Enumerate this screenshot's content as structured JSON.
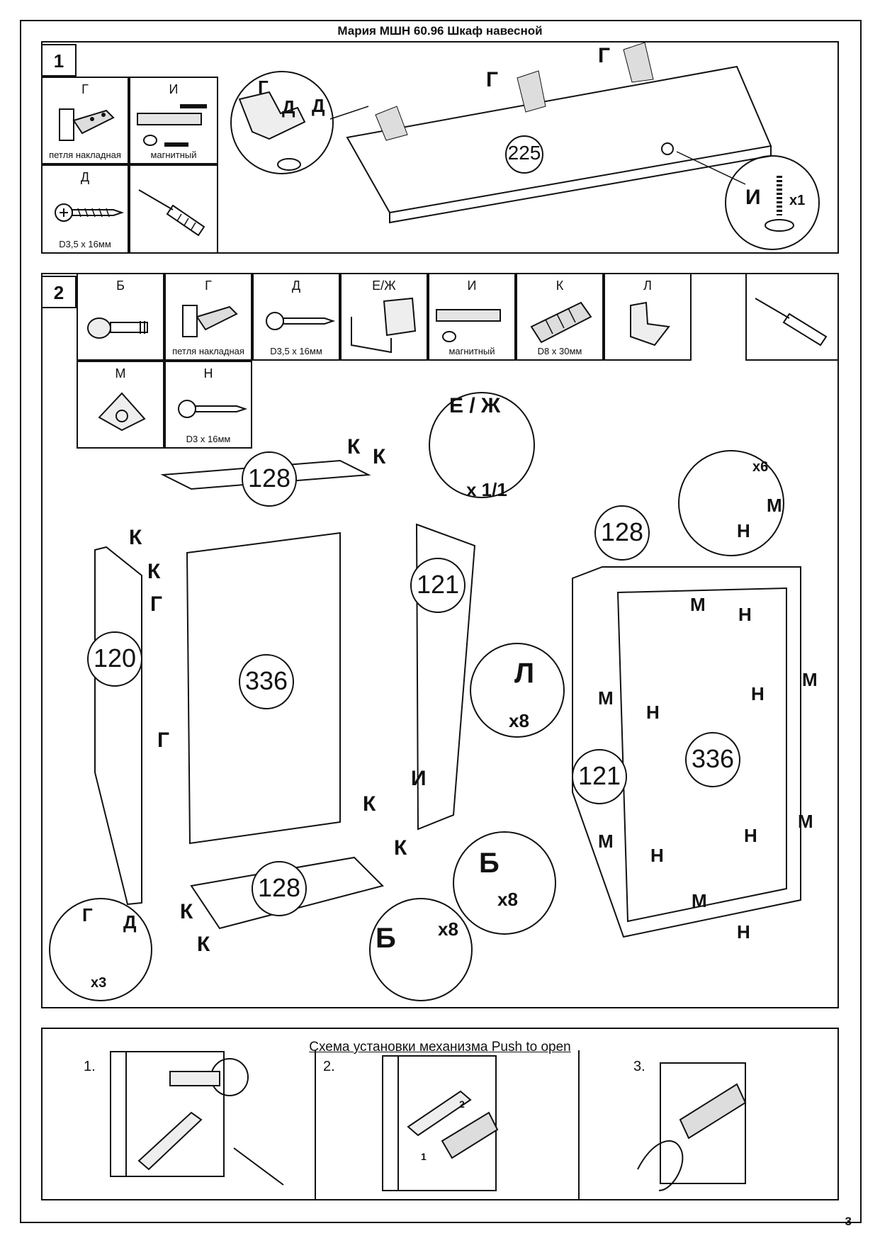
{
  "title": "Мария МШН 60.96 Шкаф навесной",
  "page_number": "3",
  "step1": {
    "number": "1",
    "parts": [
      {
        "letter": "Г",
        "caption": "петля накладная",
        "icon": "hinge-icon"
      },
      {
        "letter": "И",
        "caption": "магнитный",
        "icon": "magnetic-catch-icon"
      },
      {
        "letter": "Д",
        "caption": "D3,5 x 16мм",
        "icon": "screw-icon"
      },
      {
        "letter": "",
        "caption": "",
        "icon": "screwdriver-icon"
      }
    ],
    "panel_number": "225",
    "labels": {
      "g": "Г",
      "d": "Д",
      "i": "И",
      "qty": "x1"
    }
  },
  "step2": {
    "number": "2",
    "parts": [
      {
        "letter": "Б",
        "caption": "",
        "icon": "eccentric-connector-icon"
      },
      {
        "letter": "Г",
        "caption": "петля накладная",
        "icon": "hinge-icon"
      },
      {
        "letter": "Д",
        "caption": "D3,5 x 16мм",
        "icon": "screw-icon"
      },
      {
        "letter": "Е/Ж",
        "caption": "",
        "icon": "hanger-bracket-icon"
      },
      {
        "letter": "И",
        "caption": "магнитный",
        "icon": "magnetic-catch-icon"
      },
      {
        "letter": "К",
        "caption": "D8 x 30мм",
        "icon": "dowel-icon"
      },
      {
        "letter": "Л",
        "caption": "",
        "icon": "shelf-support-icon"
      },
      {
        "letter": "М",
        "caption": "",
        "icon": "corner-bracket-icon"
      },
      {
        "letter": "Н",
        "caption": "D3 x 16мм",
        "icon": "screw-icon"
      }
    ],
    "panels": {
      "top": "128",
      "bottom": "128",
      "left": "120",
      "right": "121",
      "back": "336"
    },
    "assembled": {
      "top": "128",
      "side": "121",
      "back": "336"
    },
    "labels": {
      "k": "К",
      "g": "Г",
      "d": "Д",
      "i": "И",
      "b": "Б",
      "l": "Л",
      "m": "М",
      "n": "Н",
      "ezh": "Е / Ж"
    },
    "quantities": {
      "ezh": "x 1/1",
      "l": "x8",
      "b_screw": "x8",
      "b_cam": "x8",
      "hinge": "x3",
      "mn": "x6"
    }
  },
  "scheme": {
    "title": "Схема установки механизма Push to open",
    "steps": [
      "1.",
      "2.",
      "3."
    ],
    "arrow_labels": [
      "1",
      "2"
    ]
  }
}
